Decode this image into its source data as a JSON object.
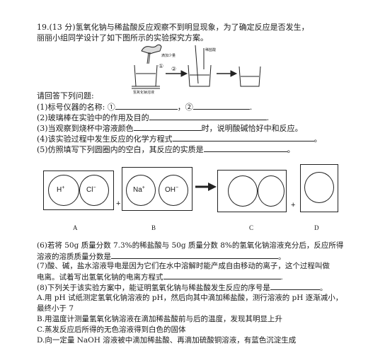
{
  "question": {
    "line1": "19.(13 分)氢氧化钠与稀盐酸反应观察不到明显现象，为了确定反应是否发生，",
    "line2": "丽丽小组同学设计了如下图所示的实验探究方案。"
  },
  "apparatus": {
    "label_dropper": "滴加少量",
    "label_beaker": "氢氧化钠溶液",
    "marker1": "①",
    "marker2": "②",
    "label_acid": "稀盐酸"
  },
  "prompts": {
    "intro": "请回答下列问题:",
    "q1a": "(1)标号仪器的名称: ①",
    "q1b": "，②",
    "q2": "(2)玻璃棒在实验中的作用及目的",
    "q3a": "(3)当观察到烧杯中溶液颜色",
    "q3b": "时，说明酸碱恰好中和反应。",
    "q4": "(4)该实验过程中发生反应的化学方程式",
    "q5": "(5)仿照填写下列圆圈内的空白，其反应的实质是"
  },
  "diagram": {
    "ion_h": "H",
    "ion_h_charge": "+",
    "ion_cl": "Cl",
    "ion_cl_charge": "−",
    "ion_na": "Na",
    "ion_na_charge": "+",
    "ion_oh": "OH",
    "ion_oh_charge": "−",
    "plus": "+",
    "labels": [
      "A",
      "B",
      "C",
      "D"
    ]
  },
  "lower": {
    "q6a": "(6)若将 50g 质量分数 7.3%的稀盐酸与 50g 质量分数 8%的氢氧化钠溶液充分后，反应所得",
    "q6b": "溶液的溶质质量分数是",
    "q7a": "(7)酸、碱，盐水溶液导电是因为它们在水中溶解时能产成自由移动的离子，这个过程叫做",
    "q7b": "电离。试着写出氢氧化钠的电离方程式",
    "q8": "(8)下列关于该实验方案中，能证明氢氧化钠与稀盐酸发生反应的序号是",
    "optA1": "A.用 pH 试纸测定氢氧化钠溶液的 pH，然后向其中滴加稀盐酸，测行溶液的 pH 逐渐减小，",
    "optA2": "最终小于 7",
    "optB": "B.用温度计测量氢氧化钠溶液在滴加稀盐酸前与后的温度，发现其明显上升",
    "optC": "C.蒸发反应后所得的无色溶液得到白色的固体",
    "optD": "D.向一定量 NaOH 溶液被中滴加稀盐酸、再滴加硫酸铜溶液，有蓝色沉淀生成"
  },
  "punct": {
    "period": "。",
    "period_dot": "."
  }
}
